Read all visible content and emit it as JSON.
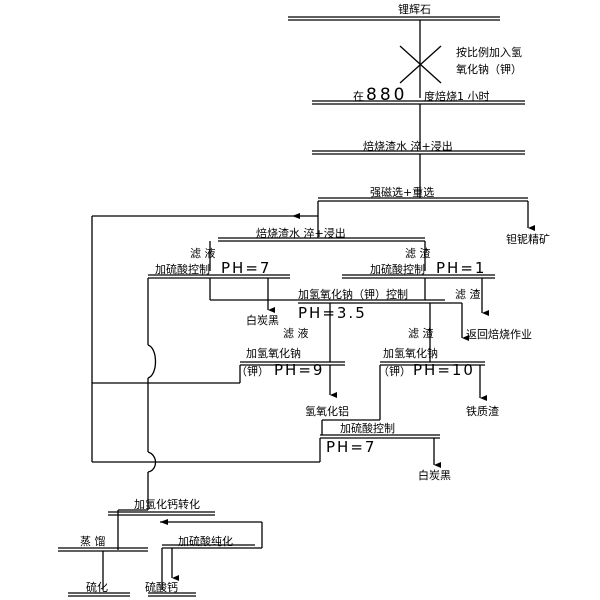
{
  "raw_material": "锂辉石",
  "mix_note_1": "按比例加入氢",
  "mix_note_2": "氧化钠（钾）",
  "roast_prefix": "在",
  "roast_temp": "880",
  "roast_suffix": "度焙烧1 小时",
  "leach_1": "焙烧渣水   淬+浸出",
  "separation": "强磁选+重选",
  "product_ta_nb": "钽铌精矿",
  "leach_2": "焙烧渣水   淬+浸出",
  "filtrate_1": "滤    液",
  "residue_1": "滤    渣",
  "acid_ctrl_1": "加硫酸控制",
  "ph_7a": "PH=7",
  "acid_ctrl_2": "加硫酸控制",
  "ph_1": "PH=1",
  "white_carbon_1": "白炭黑",
  "naoh_ctrl": "加氢氧化钠（钾）控制",
  "ph_3_5": "PH=3.5",
  "residue_2": "滤    渣",
  "return_roast": "返回焙烧作业",
  "filtrate_2": "滤    液",
  "residue_3": "滤    渣",
  "naoh_left": "加氢氧化钠",
  "naoh_right": "加氢氧化钠",
  "paren_left": "（钾）",
  "ph_9": "PH=9",
  "paren_right": "（钾）",
  "ph_10": "PH=10",
  "al_hydroxide": "氢氧化铝",
  "iron_residue": "铁质渣",
  "acid_ctrl_3": "加硫酸控制",
  "ph_7b": "PH=7",
  "white_carbon_2": "白炭黑",
  "ca_conversion": "加氢化钙转化",
  "evaporation": "蒸    馏",
  "acid_purify": "加硫酸纯化",
  "product_li": "硫化",
  "product_caso4": "硫酸钙"
}
